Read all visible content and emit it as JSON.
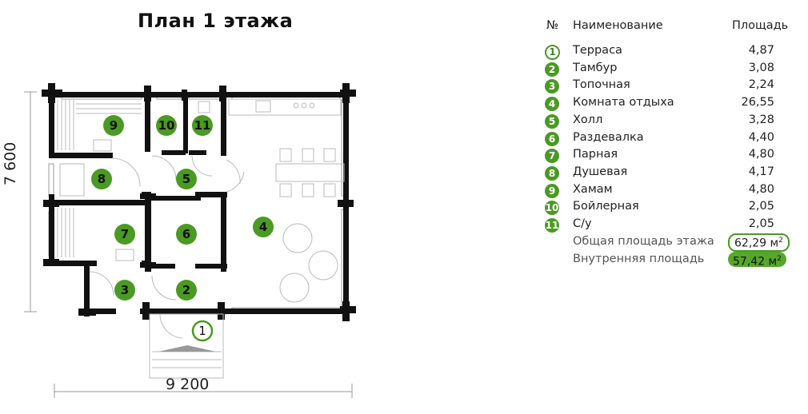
{
  "title": "План 1 этажа",
  "dimensions": {
    "width": "9 200",
    "height": "7 600"
  },
  "table": {
    "col_num": "№",
    "col_name": "Наименование",
    "col_area": "Площадь",
    "rows": [
      {
        "num": "1",
        "name": "Терраса",
        "area": "4,87"
      },
      {
        "num": "2",
        "name": "Тамбур",
        "area": "3,08"
      },
      {
        "num": "3",
        "name": "Топочная",
        "area": "2,24"
      },
      {
        "num": "4",
        "name": "Комната отдыха",
        "area": "26,55"
      },
      {
        "num": "5",
        "name": "Холл",
        "area": "3,28"
      },
      {
        "num": "6",
        "name": "Раздевалка",
        "area": "4,40"
      },
      {
        "num": "7",
        "name": "Парная",
        "area": "4,80"
      },
      {
        "num": "8",
        "name": "Душевая",
        "area": "4,17"
      },
      {
        "num": "9",
        "name": "Хамам",
        "area": "4,80"
      },
      {
        "num": "10",
        "name": "Бойлерная",
        "area": "2,05"
      },
      {
        "num": "11",
        "name": "С/у",
        "area": "2,05"
      }
    ],
    "total_label": "Общая площадь этажа",
    "total_value": "62,29 м",
    "inner_label": "Внутренняя площадь",
    "inner_value": "57,42 м",
    "unit_sup": "2"
  },
  "room_markers": [
    "9",
    "10",
    "11",
    "8",
    "5",
    "7",
    "6",
    "4",
    "3",
    "2",
    "1"
  ],
  "colors": {
    "accent": "#4a9a23",
    "wall": "#111111"
  }
}
